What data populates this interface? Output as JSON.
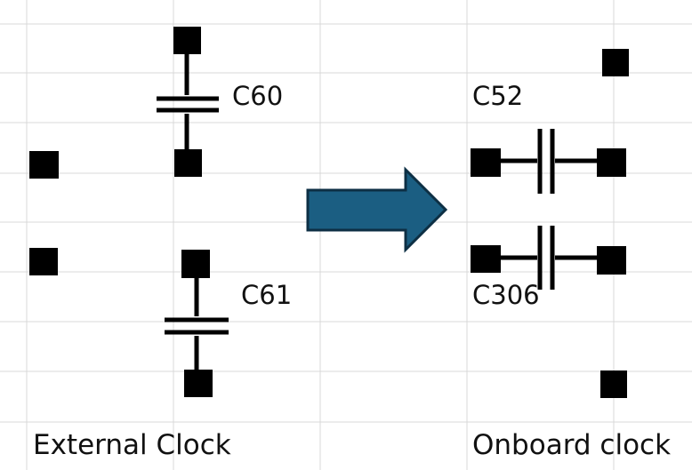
{
  "external": {
    "c60_label": "C60",
    "c61_label": "C61",
    "caption": "External Clock"
  },
  "onboard": {
    "c52_label": "C52",
    "c306_label": "C306",
    "caption": "Onboard clock"
  },
  "colors": {
    "grid": "#d9d9d9",
    "component": "#000000",
    "arrow_fill": "#1b5e82",
    "arrow_stroke": "#0d2f44"
  }
}
